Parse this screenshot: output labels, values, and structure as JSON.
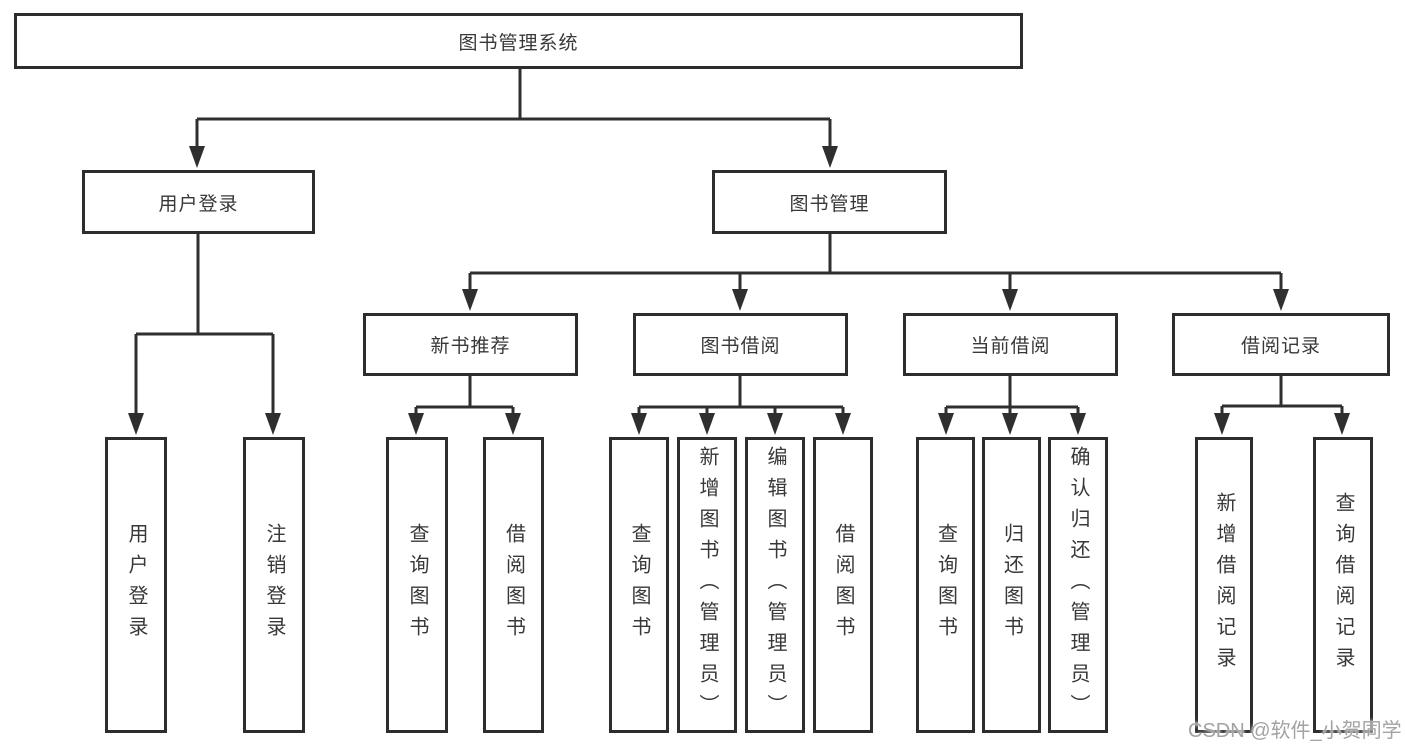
{
  "diagram": {
    "root": {
      "label": "图书管理系统"
    },
    "branches": [
      {
        "label": "用户登录",
        "children": [
          {
            "label": "用户登录"
          },
          {
            "label": "注销登录"
          }
        ]
      },
      {
        "label": "图书管理",
        "groups": [
          {
            "label": "新书推荐",
            "children": [
              {
                "label": "查询图书"
              },
              {
                "label": "借阅图书"
              }
            ]
          },
          {
            "label": "图书借阅",
            "children": [
              {
                "label": "查询图书"
              },
              {
                "label": "新增图书（管理员）"
              },
              {
                "label": "编辑图书（管理员）"
              },
              {
                "label": "借阅图书"
              }
            ]
          },
          {
            "label": "当前借阅",
            "children": [
              {
                "label": "查询图书"
              },
              {
                "label": "归还图书"
              },
              {
                "label": "确认归还（管理员）"
              }
            ]
          },
          {
            "label": "借阅记录",
            "children": [
              {
                "label": "新增借阅记录"
              },
              {
                "label": "查询借阅记录"
              }
            ]
          }
        ]
      }
    ]
  },
  "watermark": "CSDN @软件_小贺同学",
  "colors": {
    "line": "#2f2f2f",
    "box_border": "#2d2d2d",
    "box_fill": "#ffffff",
    "text": "#383838",
    "watermark": "#a3a3a3"
  }
}
